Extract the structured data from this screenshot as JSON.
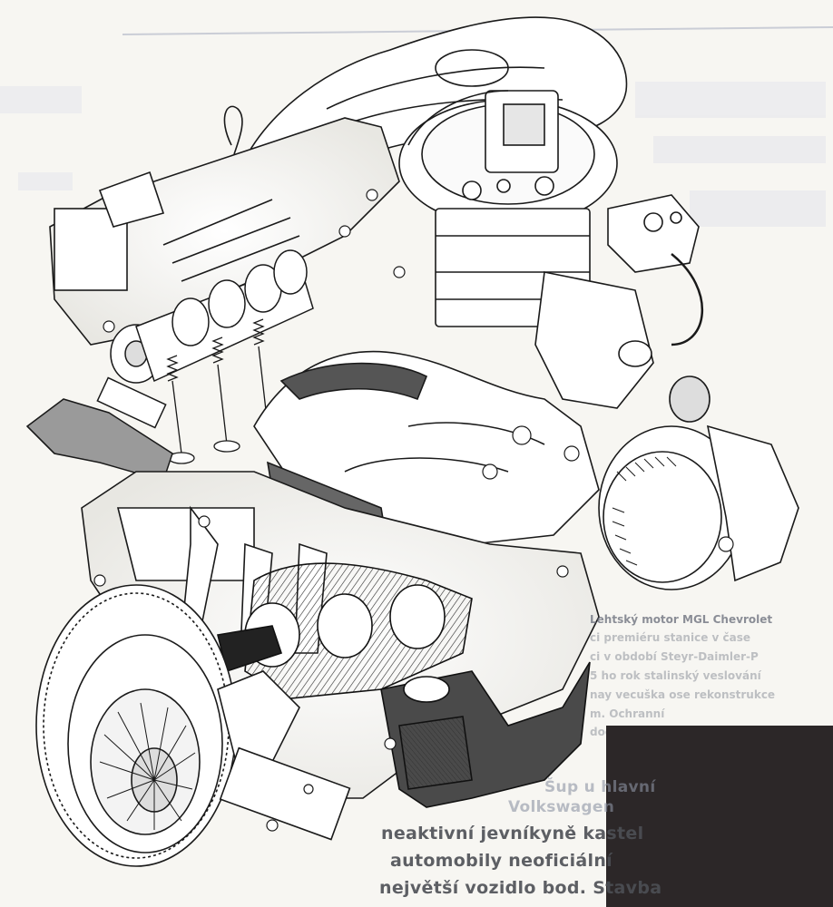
{
  "illustration": {
    "subject": "engine-cutaway",
    "colors": {
      "paper": "#f7f6f2",
      "ink": "#1a1a1a",
      "shade": "#8b8b8b",
      "bleed": "#d9dde6",
      "dark_photo": "#2c2728"
    }
  },
  "bleed_through_right": [
    "Lehtský motor MGL Chevrolet",
    "ci premiéru stanice v čase",
    "ci v období Steyr-Daimler-P",
    "5 ho rok stalinský veslování",
    "nay vecuška ose rekonstrukce",
    "m. Ochranní",
    "dodávé"
  ],
  "bleed_through_bottom": [
    "Šup u hlavní",
    "Volkswagen",
    "neaktivní jevníkyně kastel",
    "automobily neoficiální",
    "největší vozidlo bod. Stavba"
  ]
}
